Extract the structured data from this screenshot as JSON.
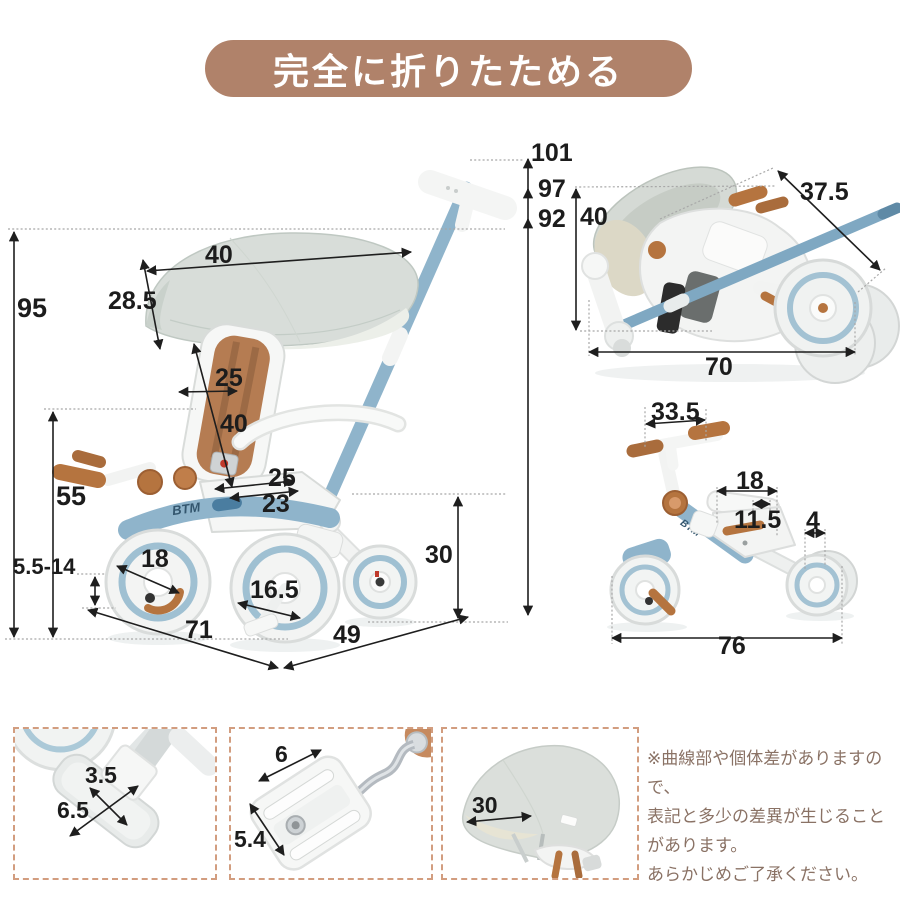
{
  "banner": {
    "title": "完全に折りたためる"
  },
  "brand": {
    "name": "BTM"
  },
  "main_trike": {
    "overall_height": "95",
    "seat_back_height": "55",
    "footrest_clearance": "5.5-14",
    "canopy_width": "40",
    "canopy_depth": "28.5",
    "backrest_width": "25",
    "backrest_height": "40",
    "seat_width": "25",
    "seat_depth": "23",
    "handle_height_high": "101",
    "handle_height_mid": "97",
    "handle_height_low": "92",
    "front_wheel_diameter": "18",
    "mid_wheel_diameter": "16.5",
    "front_length": "71",
    "rear_length": "49",
    "rear_height": "30"
  },
  "folded_trike": {
    "height": "40",
    "diagonal_depth": "37.5",
    "length": "70"
  },
  "balance_bike": {
    "handlebar_width": "33.5",
    "seat_length": "18",
    "seat_width": "11.5",
    "rear_wheel_width": "4",
    "overall_length": "76"
  },
  "details": {
    "footrest": {
      "width": "3.5",
      "length": "6.5"
    },
    "pedal": {
      "width": "6",
      "length": "5.4"
    },
    "canopy": {
      "opening_width": "30"
    }
  },
  "note": {
    "lines": [
      "※曲線部や個体差がありますので、",
      "表記と多少の差異が生じること",
      "があります。",
      "あらかじめご了承ください。"
    ]
  },
  "colors": {
    "banner_bg": "#b0826a",
    "banner_text": "#ffffff",
    "frame_blue": "#8fb4cb",
    "accent_brown": "#b5743f",
    "canopy_gray": "#d8ddd9",
    "dimension_text": "#1c1c1c",
    "note_text": "#8a7265",
    "box_border": "#d29d7f"
  }
}
